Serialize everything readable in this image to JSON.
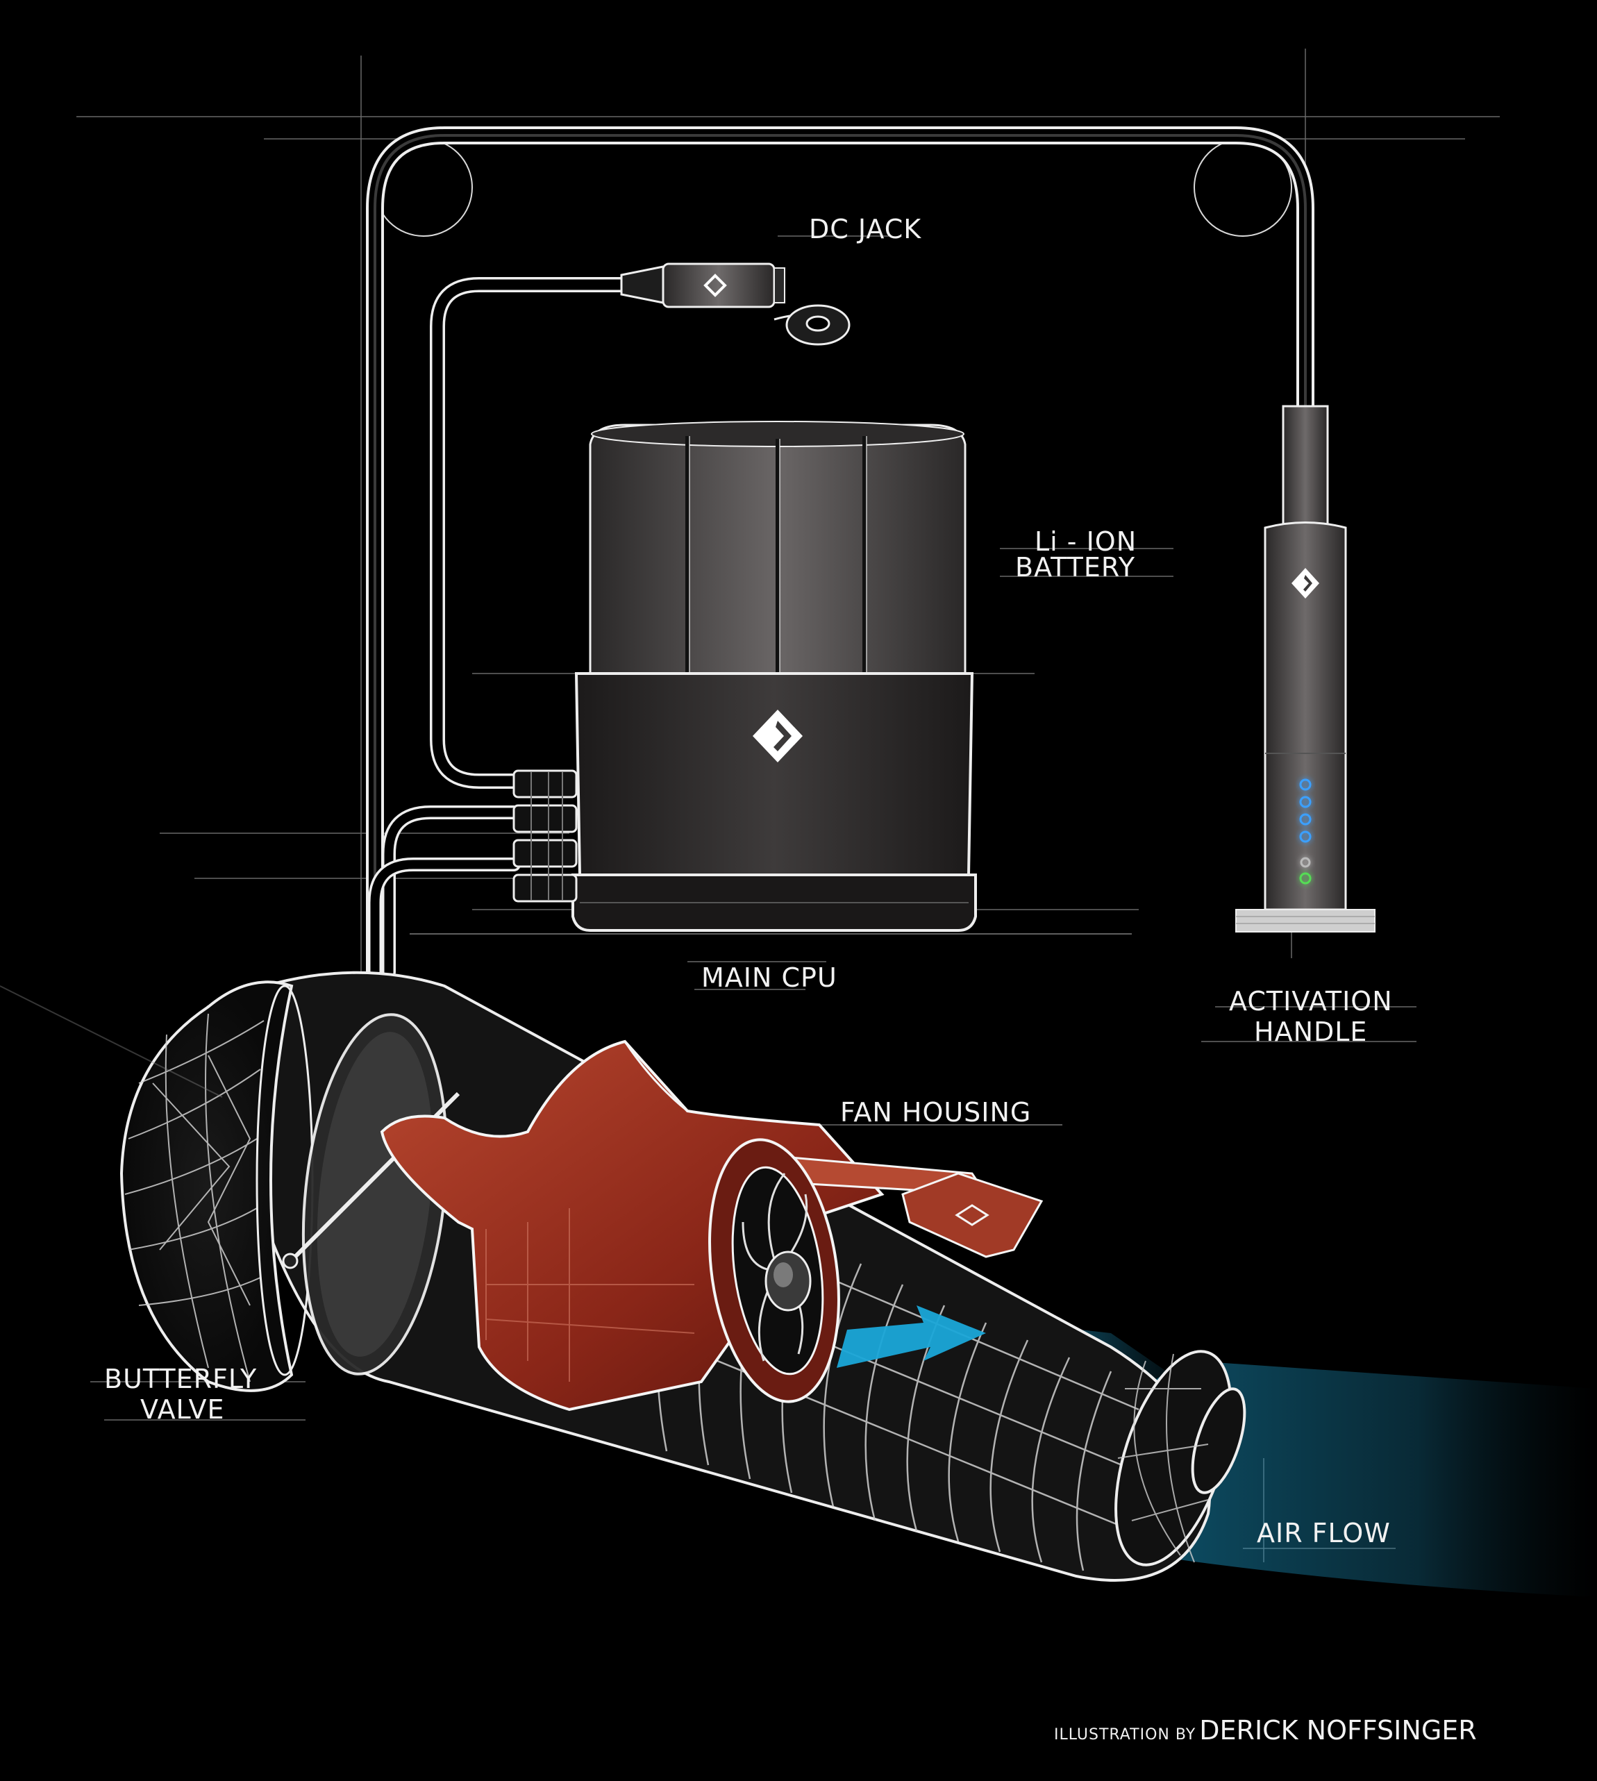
{
  "labels": {
    "dc_jack": "DC JACK",
    "battery_line1": "Li - ION",
    "battery_line2": "BATTERY",
    "main_cpu": "MAIN CPU",
    "activation_line1": "ACTIVATION",
    "activation_line2": "HANDLE",
    "fan_housing": "FAN HOUSING",
    "butterfly_line1": "BUTTERFLY",
    "butterfly_line2": "VALVE",
    "air_flow": "AIR FLOW"
  },
  "credit": {
    "prefix": "ILLUSTRATION BY",
    "name": "DERICK NOFFSINGER"
  },
  "colors": {
    "background": "#000000",
    "line": "#e8e8e8",
    "body_grey": "#3b3939",
    "fan_housing_red": "#9a2e1e",
    "air_flow_blue": "#1aa6d8",
    "led_blue": "#3aa0ff",
    "led_green": "#55dd55"
  },
  "icons": [
    "brand-diamond-icon"
  ]
}
